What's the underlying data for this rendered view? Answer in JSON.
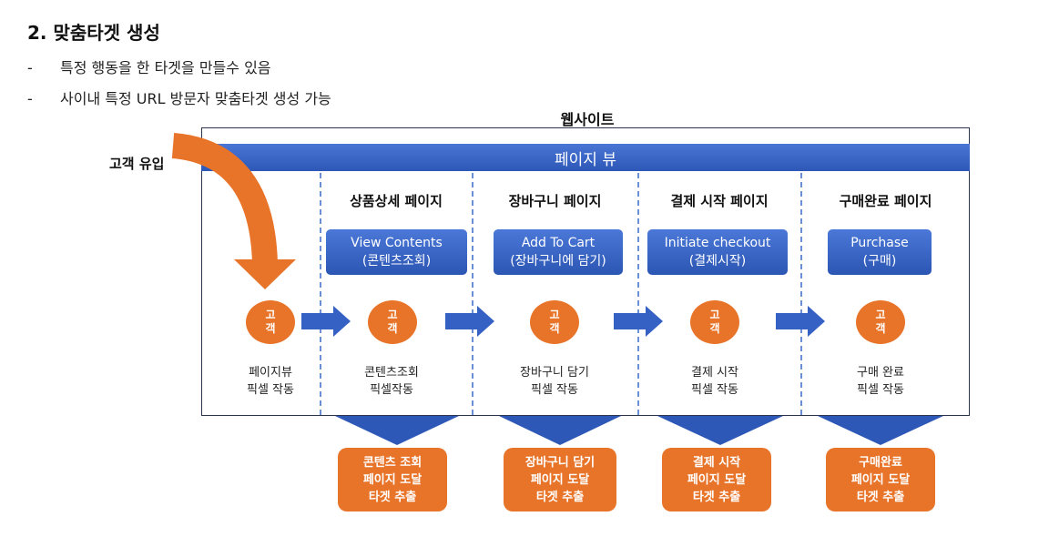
{
  "heading": "2.  맞춤타겟 생성",
  "bullets": [
    {
      "dash": "-",
      "text": "특정 행동을 한 타겟을 만들수 있음"
    },
    {
      "dash": "-",
      "text": "사이내 특정 URL 방문자 맞춤타겟 생성 가능"
    }
  ],
  "website_label": "웹사이트",
  "pageview_bar": "페이지 뷰",
  "inflow_label": "고객 유입",
  "stage_titles": [
    "상품상세 페이지",
    "장바구니 페이지",
    "결제 시작 페이지",
    "구매완료 페이지"
  ],
  "events": [
    {
      "line1": "View Contents",
      "line2": "(콘텐츠조회)"
    },
    {
      "line1": "Add To Cart",
      "line2": "(장바구니에 담기)"
    },
    {
      "line1": "Initiate checkout",
      "line2": "(결제시작)"
    },
    {
      "line1": "Purchase",
      "line2": "(구매)"
    }
  ],
  "customer_label": [
    "고",
    "객"
  ],
  "customer_descriptions": [
    {
      "line1": "페이지뷰",
      "line2": "픽셀 작동"
    },
    {
      "line1": "콘텐츠조회",
      "line2": "픽셀작동"
    },
    {
      "line1": "장바구니 담기",
      "line2": "픽셀 작동"
    },
    {
      "line1": "결제 시작",
      "line2": "픽셀 작동"
    },
    {
      "line1": "구매 완료",
      "line2": "픽셀 작동"
    }
  ],
  "targets": [
    {
      "line1": "콘텐츠 조회",
      "line2": "페이지 도달",
      "line3": "타겟 추출"
    },
    {
      "line1": "장바구니 담기",
      "line2": "페이지 도달",
      "line3": "타겟 추출"
    },
    {
      "line1": "결제 시작",
      "line2": "페이지 도달",
      "line3": "타겟 추출"
    },
    {
      "line1": "구매완료",
      "line2": "페이지 도달",
      "line3": "타겟 추출"
    }
  ],
  "colors": {
    "blue": "#2d58b8",
    "orange": "#e8742a",
    "frame": "#2b3550",
    "dashed_divider": "#6b8fd6"
  },
  "icons": [
    "curved-inflow-arrow",
    "flow-arrow-right",
    "funnel-down-triangle"
  ]
}
